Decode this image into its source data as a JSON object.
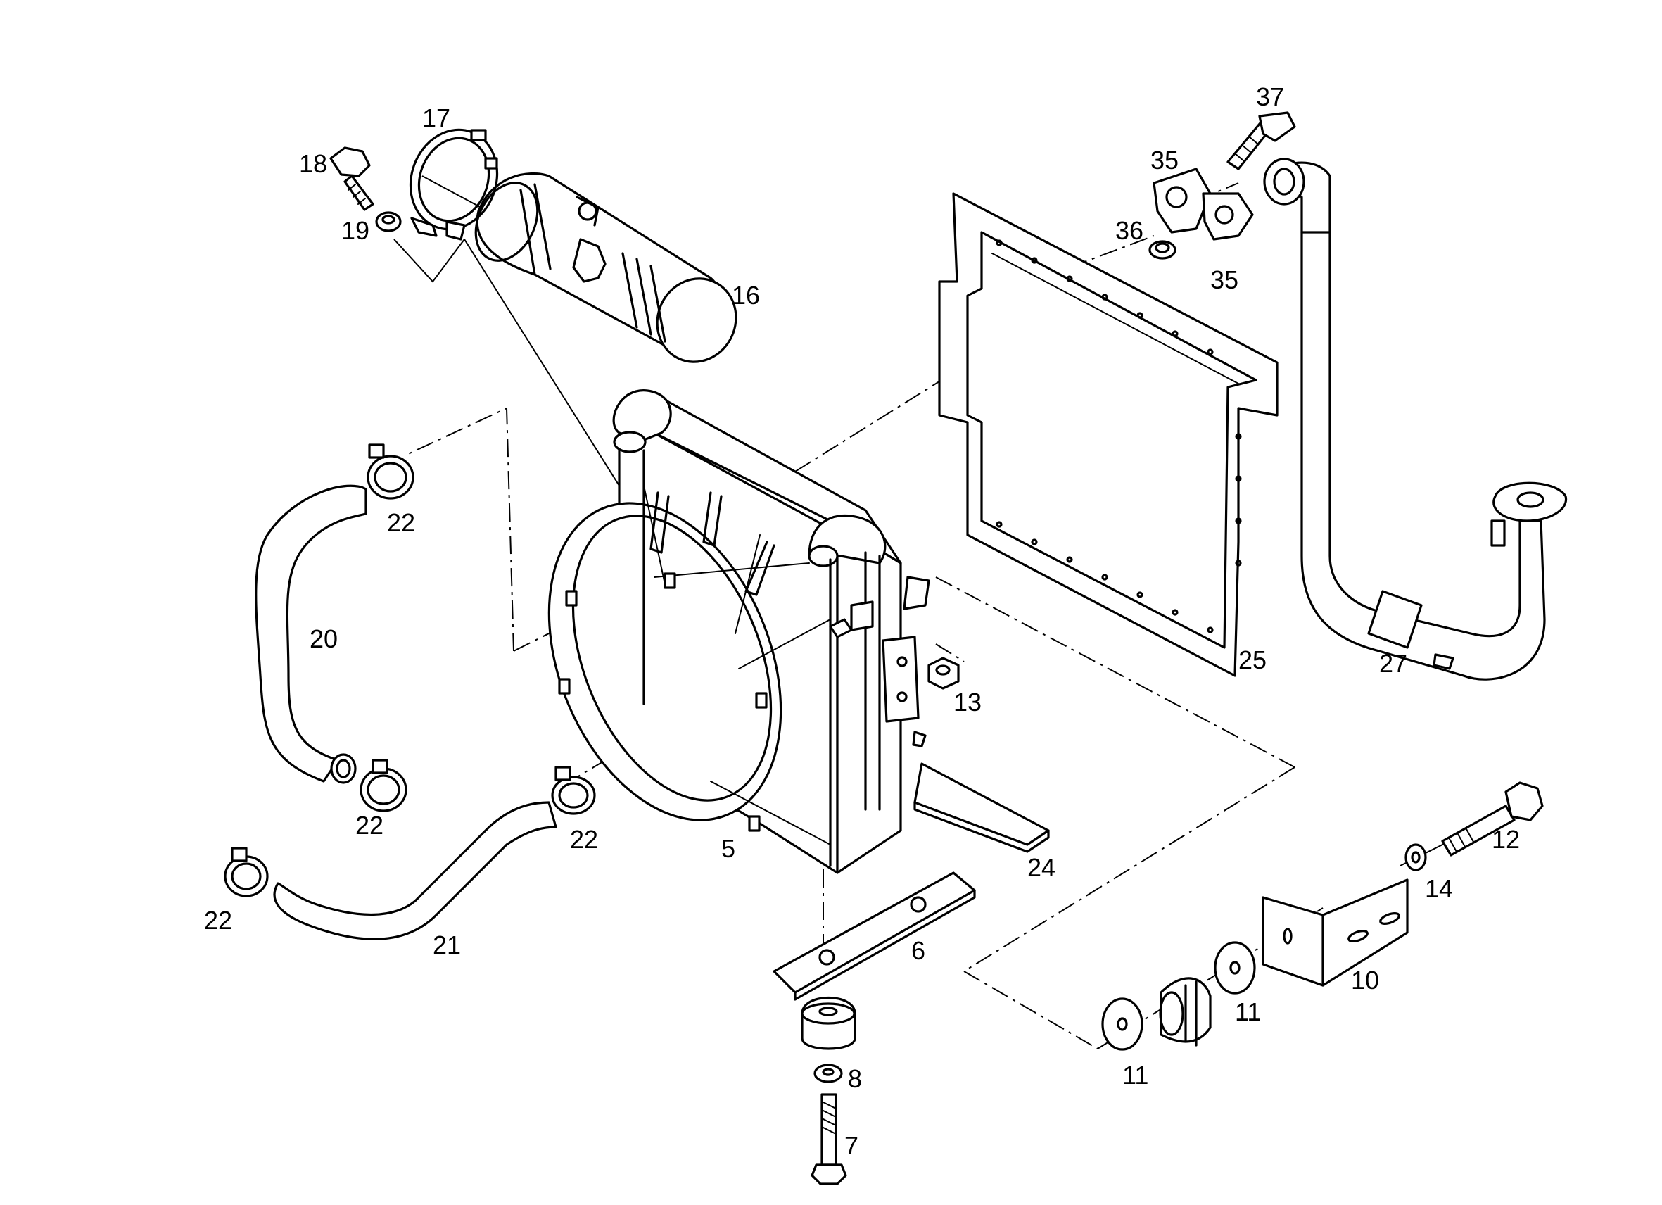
{
  "diagram": {
    "callouts": [
      {
        "id": "c5",
        "text": "5"
      },
      {
        "id": "c6",
        "text": "6"
      },
      {
        "id": "c7",
        "text": "7"
      },
      {
        "id": "c8",
        "text": "8"
      },
      {
        "id": "c10",
        "text": "10"
      },
      {
        "id": "c11a",
        "text": "11"
      },
      {
        "id": "c11b",
        "text": "11"
      },
      {
        "id": "c12",
        "text": "12"
      },
      {
        "id": "c13",
        "text": "13"
      },
      {
        "id": "c14",
        "text": "14"
      },
      {
        "id": "c16",
        "text": "16"
      },
      {
        "id": "c17",
        "text": "17"
      },
      {
        "id": "c18",
        "text": "18"
      },
      {
        "id": "c19",
        "text": "19"
      },
      {
        "id": "c20",
        "text": "20"
      },
      {
        "id": "c21",
        "text": "21"
      },
      {
        "id": "c22a",
        "text": "22"
      },
      {
        "id": "c22b",
        "text": "22"
      },
      {
        "id": "c22c",
        "text": "22"
      },
      {
        "id": "c22d",
        "text": "22"
      },
      {
        "id": "c24",
        "text": "24"
      },
      {
        "id": "c25",
        "text": "25"
      },
      {
        "id": "c27",
        "text": "27"
      },
      {
        "id": "c35a",
        "text": "35"
      },
      {
        "id": "c35b",
        "text": "35"
      },
      {
        "id": "c36",
        "text": "36"
      },
      {
        "id": "c37",
        "text": "37"
      }
    ]
  }
}
